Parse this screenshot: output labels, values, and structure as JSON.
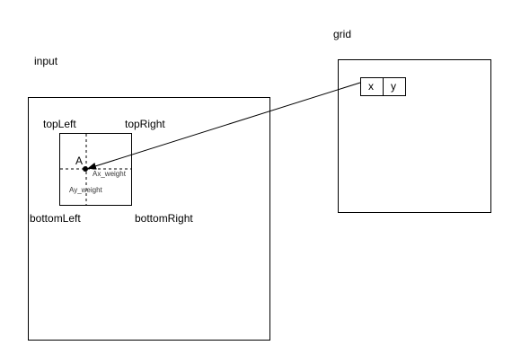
{
  "labels": {
    "input": "input",
    "grid": "grid",
    "top_left": "topLeft",
    "top_right": "topRight",
    "bottom_left": "bottomLeft",
    "bottom_right": "bottomRight",
    "point": "A",
    "ax_weight": "Ax_weight",
    "ay_weight": "Ay_weight"
  },
  "grid_cells": {
    "x": "x",
    "y": "y"
  },
  "colors": {
    "stroke": "#000000",
    "background": "#ffffff"
  }
}
